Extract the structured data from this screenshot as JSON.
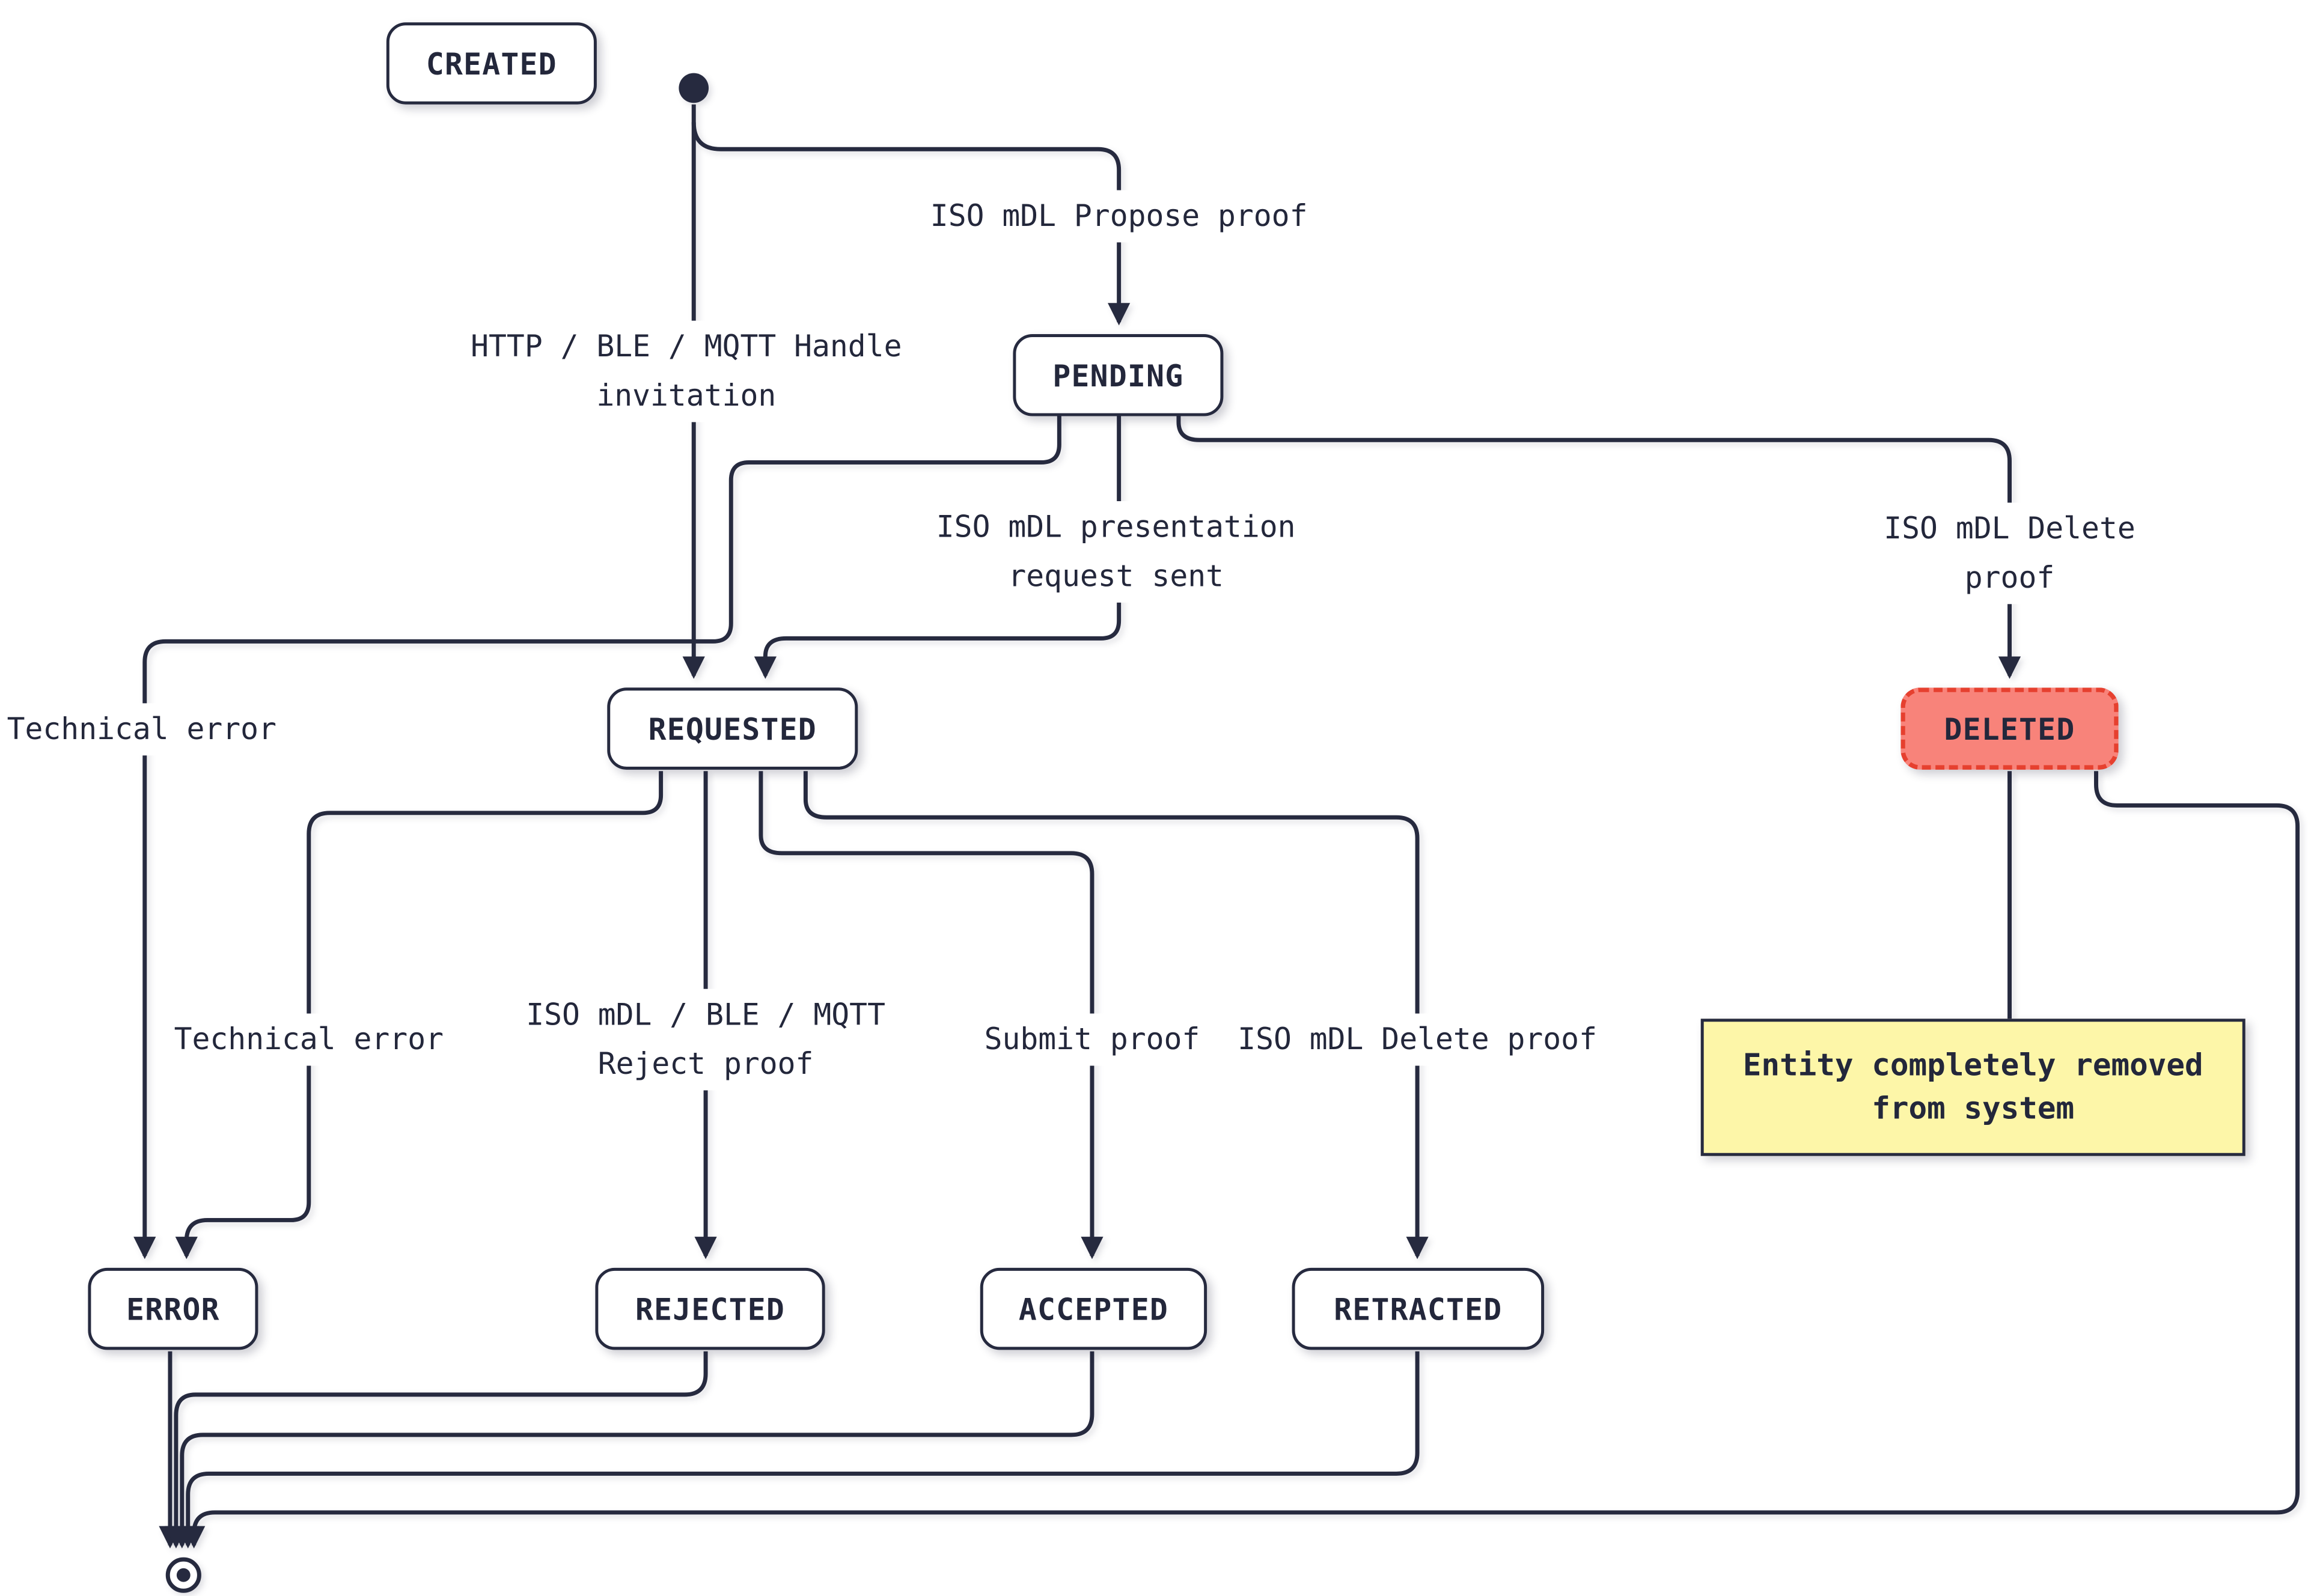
{
  "diagram": {
    "type": "state-machine",
    "states": [
      {
        "id": "created",
        "label": "CREATED"
      },
      {
        "id": "pending",
        "label": "PENDING"
      },
      {
        "id": "requested",
        "label": "REQUESTED"
      },
      {
        "id": "deleted",
        "label": "DELETED",
        "style": "deleted"
      },
      {
        "id": "error",
        "label": "ERROR"
      },
      {
        "id": "rejected",
        "label": "REJECTED"
      },
      {
        "id": "accepted",
        "label": "ACCEPTED"
      },
      {
        "id": "retracted",
        "label": "RETRACTED"
      }
    ],
    "edge_labels": {
      "propose": "ISO mDL Propose proof",
      "handle_invitation": "HTTP / BLE / MQTT Handle\ninvitation",
      "presentation_sent": "ISO mDL presentation\nrequest sent",
      "delete_pending": "ISO mDL Delete proof",
      "technical_error_pending": "Technical error",
      "technical_error_requested": "Technical error",
      "reject": "ISO mDL / BLE / MQTT\nReject proof",
      "submit": "Submit proof",
      "delete_requested": "ISO mDL Delete proof"
    },
    "transitions": [
      {
        "from": "initial",
        "to": "REQUESTED",
        "label": "HTTP / BLE / MQTT Handle invitation"
      },
      {
        "from": "initial",
        "to": "PENDING",
        "label": "ISO mDL Propose proof"
      },
      {
        "from": "PENDING",
        "to": "REQUESTED",
        "label": "ISO mDL presentation request sent"
      },
      {
        "from": "PENDING",
        "to": "ERROR",
        "label": "Technical error"
      },
      {
        "from": "PENDING",
        "to": "DELETED",
        "label": "ISO mDL Delete proof"
      },
      {
        "from": "REQUESTED",
        "to": "ERROR",
        "label": "Technical error"
      },
      {
        "from": "REQUESTED",
        "to": "REJECTED",
        "label": "ISO mDL / BLE / MQTT Reject proof"
      },
      {
        "from": "REQUESTED",
        "to": "ACCEPTED",
        "label": "Submit proof"
      },
      {
        "from": "REQUESTED",
        "to": "RETRACTED",
        "label": "ISO mDL Delete proof"
      },
      {
        "from": "ERROR",
        "to": "final",
        "label": ""
      },
      {
        "from": "REJECTED",
        "to": "final",
        "label": ""
      },
      {
        "from": "ACCEPTED",
        "to": "final",
        "label": ""
      },
      {
        "from": "RETRACTED",
        "to": "final",
        "label": ""
      },
      {
        "from": "DELETED",
        "to": "final",
        "label": ""
      }
    ],
    "note": {
      "attached_to": "deleted",
      "text": "Entity completely removed\nfrom system"
    },
    "colors": {
      "line": "#262a3f",
      "text": "#23273b",
      "node_fill": "#ffffff",
      "deleted_fill": "#f8837a",
      "deleted_border": "#e6402f",
      "note_fill": "#fdf6a8"
    }
  }
}
